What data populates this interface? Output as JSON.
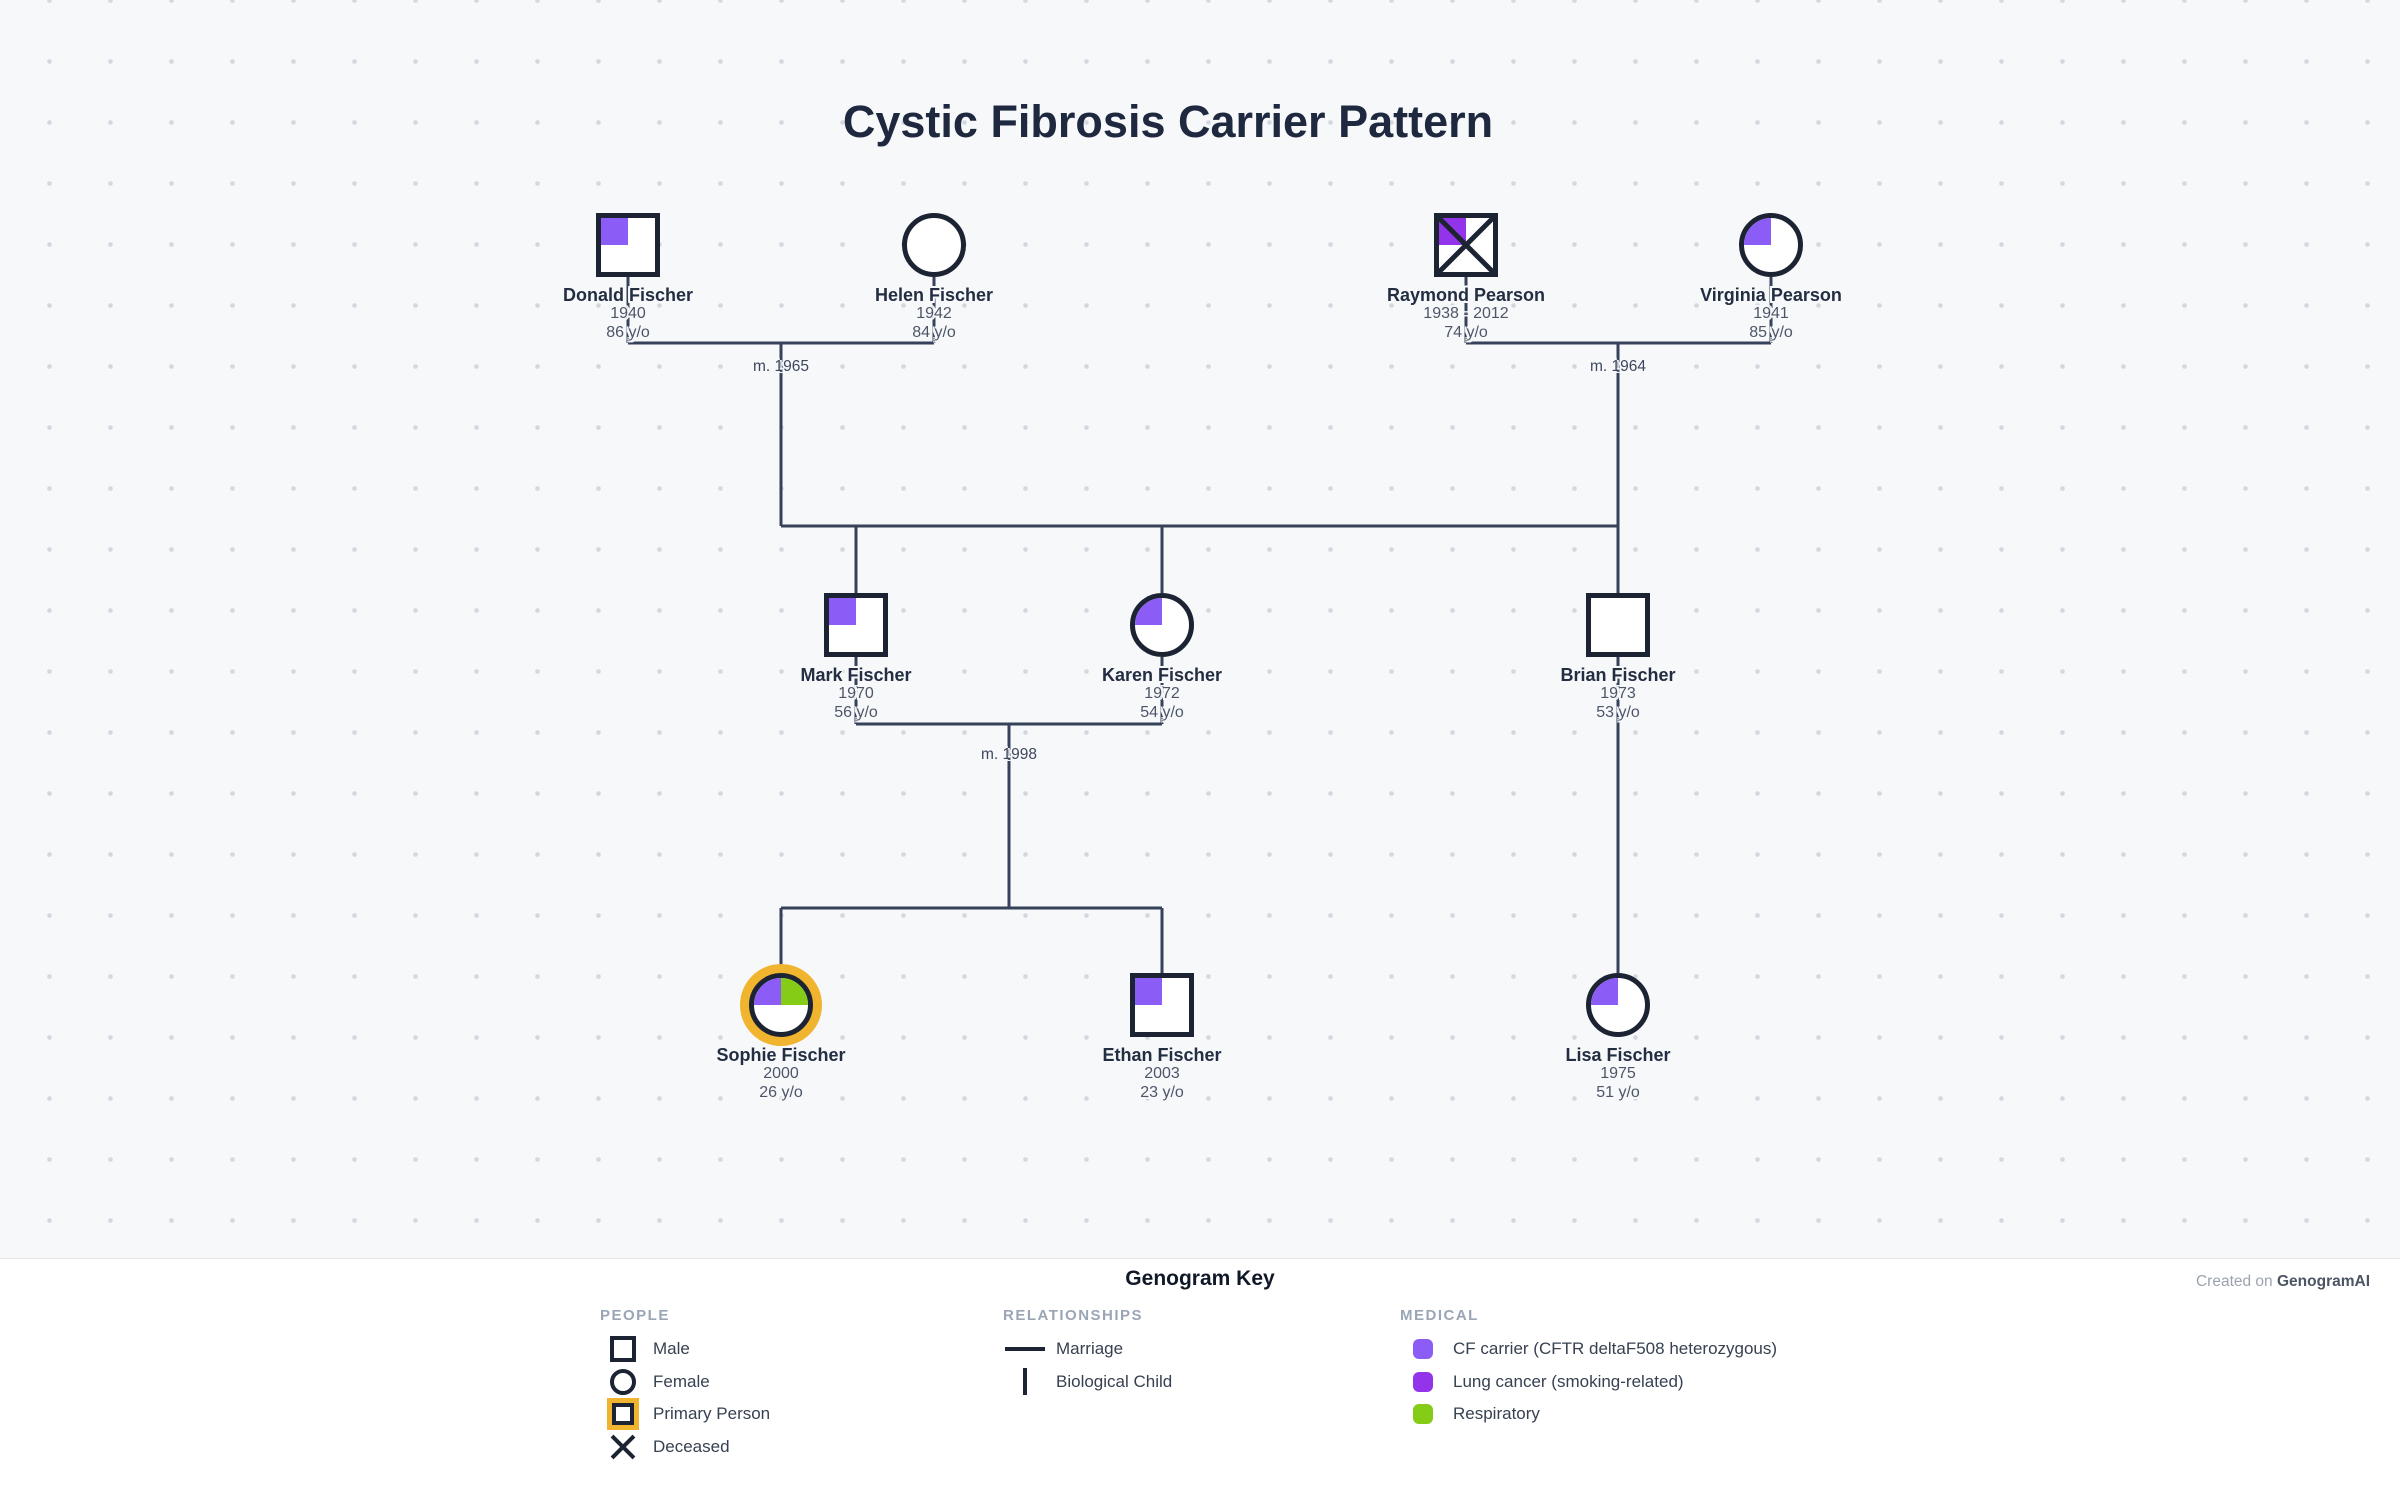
{
  "title": "Cystic Fibrosis Carrier Pattern",
  "colors": {
    "background": "#f7f8fa",
    "ink": "#1c2433",
    "connector": "#36425a",
    "muted_text": "#4d5668",
    "cf_carrier": "#8b5cf6",
    "lung_cancer": "#9333ea",
    "respiratory": "#84cc16",
    "primary_ring": "#f0b42e"
  },
  "people": [
    {
      "name": "Donald Fischer",
      "birth": "1940",
      "age": "86 y/o",
      "sex": "male",
      "deceased": false,
      "primary": false,
      "conditions": [
        "cf_carrier"
      ]
    },
    {
      "name": "Helen Fischer",
      "birth": "1942",
      "age": "84 y/o",
      "sex": "female",
      "deceased": false,
      "primary": false,
      "conditions": []
    },
    {
      "name": "Raymond Pearson",
      "birth": "1938 - 2012",
      "age": "74 y/o",
      "sex": "male",
      "deceased": true,
      "primary": false,
      "conditions": [
        "lung_cancer"
      ]
    },
    {
      "name": "Virginia Pearson",
      "birth": "1941",
      "age": "85 y/o",
      "sex": "female",
      "deceased": false,
      "primary": false,
      "conditions": [
        "cf_carrier"
      ]
    },
    {
      "name": "Mark Fischer",
      "birth": "1970",
      "age": "56 y/o",
      "sex": "male",
      "deceased": false,
      "primary": false,
      "conditions": [
        "cf_carrier"
      ]
    },
    {
      "name": "Karen Fischer",
      "birth": "1972",
      "age": "54 y/o",
      "sex": "female",
      "deceased": false,
      "primary": false,
      "conditions": [
        "cf_carrier"
      ]
    },
    {
      "name": "Brian Fischer",
      "birth": "1973",
      "age": "53 y/o",
      "sex": "male",
      "deceased": false,
      "primary": false,
      "conditions": []
    },
    {
      "name": "Sophie Fischer",
      "birth": "2000",
      "age": "26 y/o",
      "sex": "female",
      "deceased": false,
      "primary": true,
      "conditions": [
        "cf_carrier",
        "respiratory"
      ]
    },
    {
      "name": "Ethan Fischer",
      "birth": "2003",
      "age": "23 y/o",
      "sex": "male",
      "deceased": false,
      "primary": false,
      "conditions": [
        "cf_carrier"
      ]
    },
    {
      "name": "Lisa Fischer",
      "birth": "1975",
      "age": "51 y/o",
      "sex": "female",
      "deceased": false,
      "primary": false,
      "conditions": [
        "cf_carrier"
      ]
    }
  ],
  "marriages": [
    {
      "label": "m. 1965"
    },
    {
      "label": "m. 1964"
    },
    {
      "label": "m. 1998"
    }
  ],
  "legend": {
    "title": "Genogram Key",
    "credit_prefix": "Created on",
    "credit_brand": "GenogramAI",
    "people": {
      "header": "PEOPLE",
      "items": [
        {
          "label": "Male"
        },
        {
          "label": "Female"
        },
        {
          "label": "Primary Person"
        },
        {
          "label": "Deceased"
        }
      ]
    },
    "relationships": {
      "header": "RELATIONSHIPS",
      "items": [
        {
          "label": "Marriage"
        },
        {
          "label": "Biological Child"
        }
      ]
    },
    "medical": {
      "header": "MEDICAL",
      "items": [
        {
          "label": "CF carrier (CFTR deltaF508 heterozygous)",
          "color": "cf_carrier"
        },
        {
          "label": "Lung cancer (smoking-related)",
          "color": "lung_cancer"
        },
        {
          "label": "Respiratory",
          "color": "respiratory"
        }
      ]
    }
  }
}
